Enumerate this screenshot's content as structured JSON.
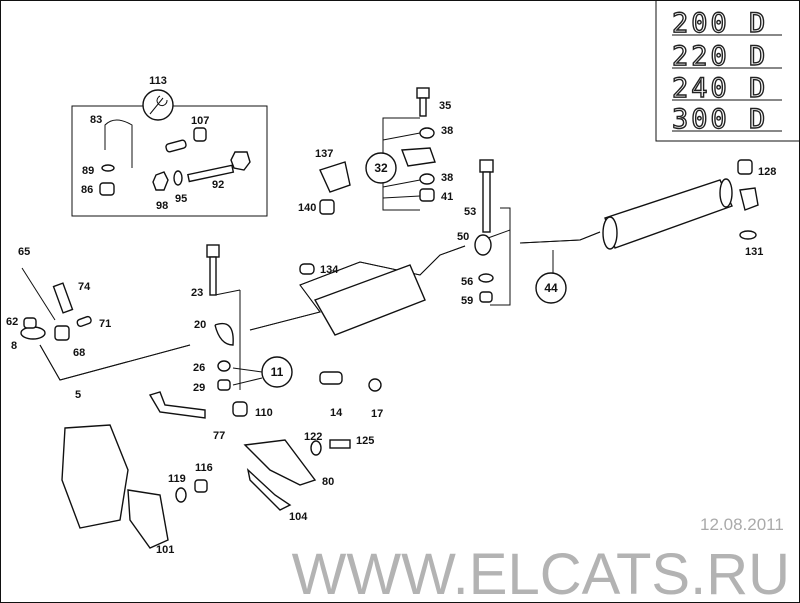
{
  "models": [
    "200 D",
    "220 D",
    "240 D",
    "300 D"
  ],
  "watermark": "WWW.ELCATS.RU",
  "date": "12.08.2011",
  "callouts": {
    "c113": "113",
    "c32": "32",
    "c11": "11",
    "c44": "44"
  },
  "labels": {
    "p83": "83",
    "p107": "107",
    "p89": "89",
    "p86": "86",
    "p98": "98",
    "p95": "95",
    "p92": "92",
    "p137": "137",
    "p140": "140",
    "p35": "35",
    "p38a": "38",
    "p38b": "38",
    "p41": "41",
    "p53": "53",
    "p50": "50",
    "p56": "56",
    "p59": "59",
    "p128": "128",
    "p131": "131",
    "p65": "65",
    "p74": "74",
    "p62": "62",
    "p71": "71",
    "p8": "8",
    "p68": "68",
    "p5": "5",
    "p23": "23",
    "p20": "20",
    "p26": "26",
    "p29": "29",
    "p134": "134",
    "p14": "14",
    "p17": "17",
    "p110": "110",
    "p77": "77",
    "p122": "122",
    "p125": "125",
    "p80": "80",
    "p104": "104",
    "p119": "119",
    "p116": "116",
    "p101": "101"
  }
}
